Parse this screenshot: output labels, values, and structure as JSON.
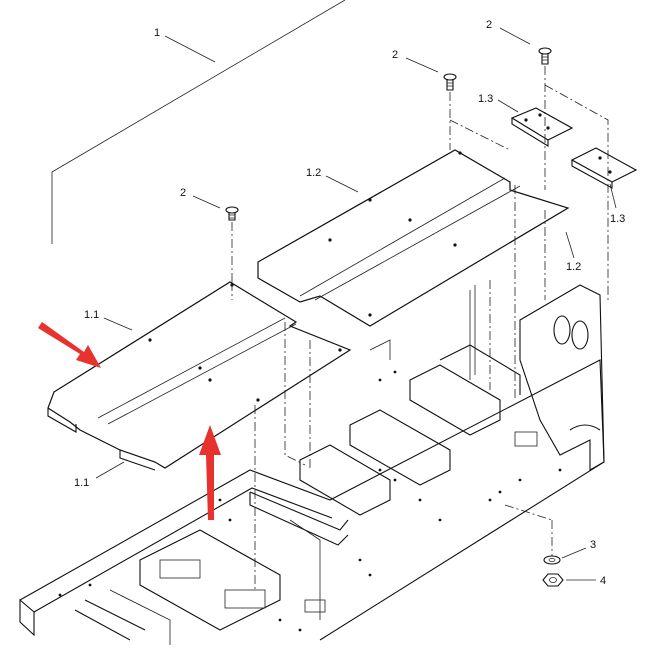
{
  "diagram": {
    "callouts": {
      "assembly": "1",
      "panel_front": "1.1",
      "panel_front_lower": "1.1",
      "panel_rear": "1.2",
      "panel_rear_right": "1.2",
      "bracket_left": "1.3",
      "bracket_right": "1.3",
      "screw_left": "2",
      "screw_middle": "2",
      "screw_right": "2",
      "washer": "3",
      "nut": "4"
    },
    "arrow_color": "#e8322d",
    "line_color": "#111111"
  }
}
